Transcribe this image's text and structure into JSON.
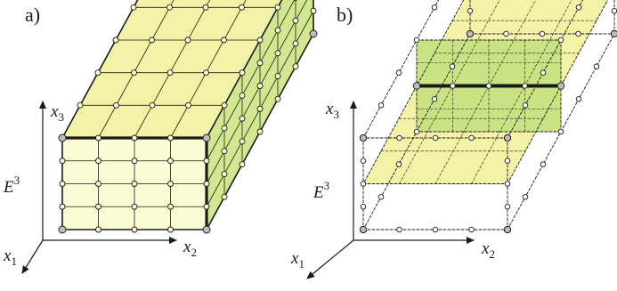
{
  "panels": [
    {
      "label": "a)",
      "axis_x1": "x",
      "axis_x1_sub": "1",
      "axis_x2": "x",
      "axis_x2_sub": "2",
      "axis_x3": "x",
      "axis_x3_sub": "3",
      "space": "E",
      "space_sup": "3"
    },
    {
      "label": "b)",
      "axis_x1": "x",
      "axis_x1_sub": "1",
      "axis_x2": "x",
      "axis_x2_sub": "2",
      "axis_x3": "x",
      "axis_x3_sub": "3",
      "space": "E",
      "space_sup": "3"
    }
  ],
  "colors": {
    "front_face": "#fdfbd3",
    "top_face": "#f4f2a6",
    "side_face": "#d2e890",
    "horizontal_plane": "#f4f2a6",
    "vertical_plane": "#c9e284",
    "edge": "#1a1a1a",
    "node_fill": "#fdfbd3",
    "corner_node": "#bdbdbd"
  }
}
